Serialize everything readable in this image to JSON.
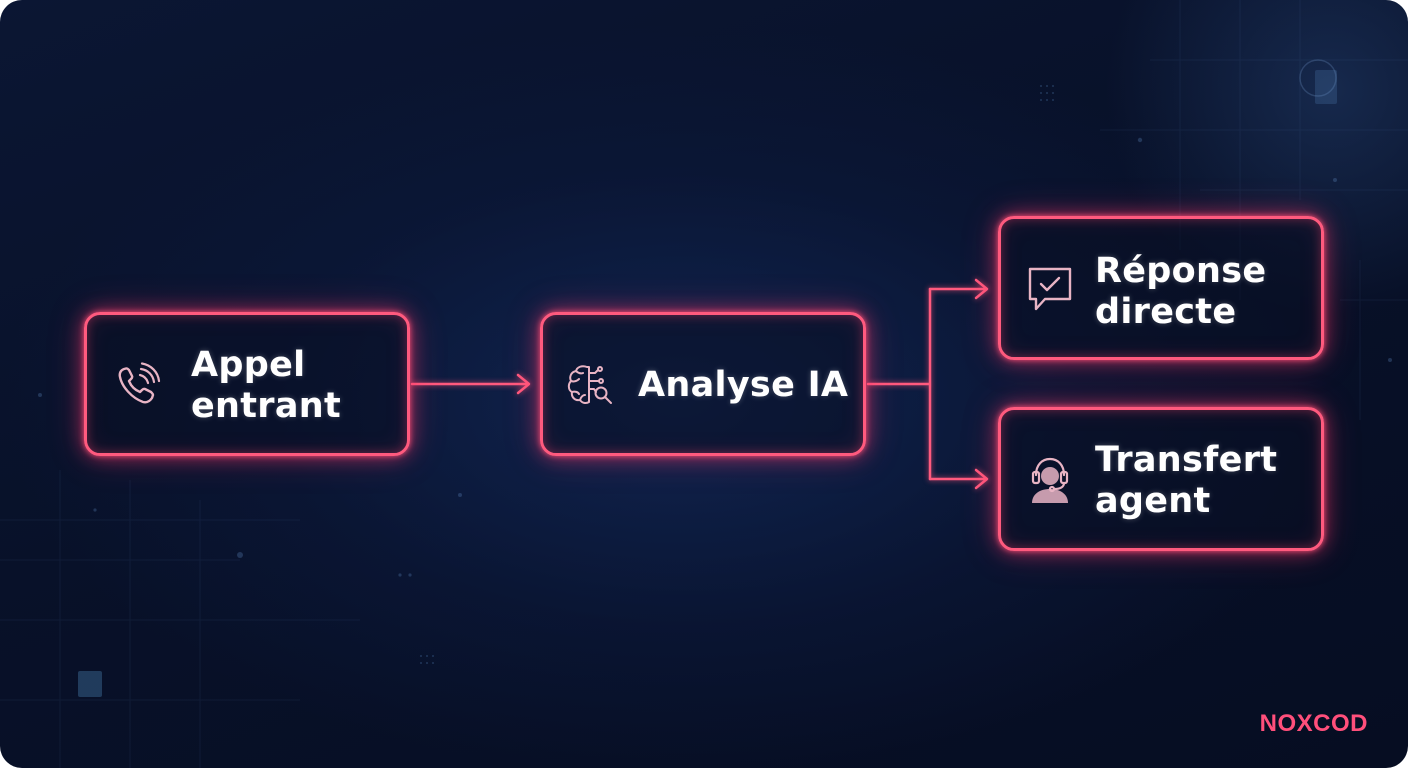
{
  "nodes": {
    "incoming_call": {
      "line1": "Appel",
      "line2": "entrant",
      "icon": "phone-ringing-icon"
    },
    "ai_analysis": {
      "label": "Analyse IA",
      "icon": "brain-search-icon"
    },
    "direct_answer": {
      "line1": "Réponse",
      "line2": "directe",
      "icon": "chat-check-icon"
    },
    "agent_transfer": {
      "line1": "Transfert",
      "line2": "agent",
      "icon": "headset-agent-icon"
    }
  },
  "brand": "NOXCOD",
  "colors": {
    "accent": "#ff5a7e",
    "icon": "#e8b4c4",
    "background": "#081129",
    "text": "#ffffff"
  }
}
